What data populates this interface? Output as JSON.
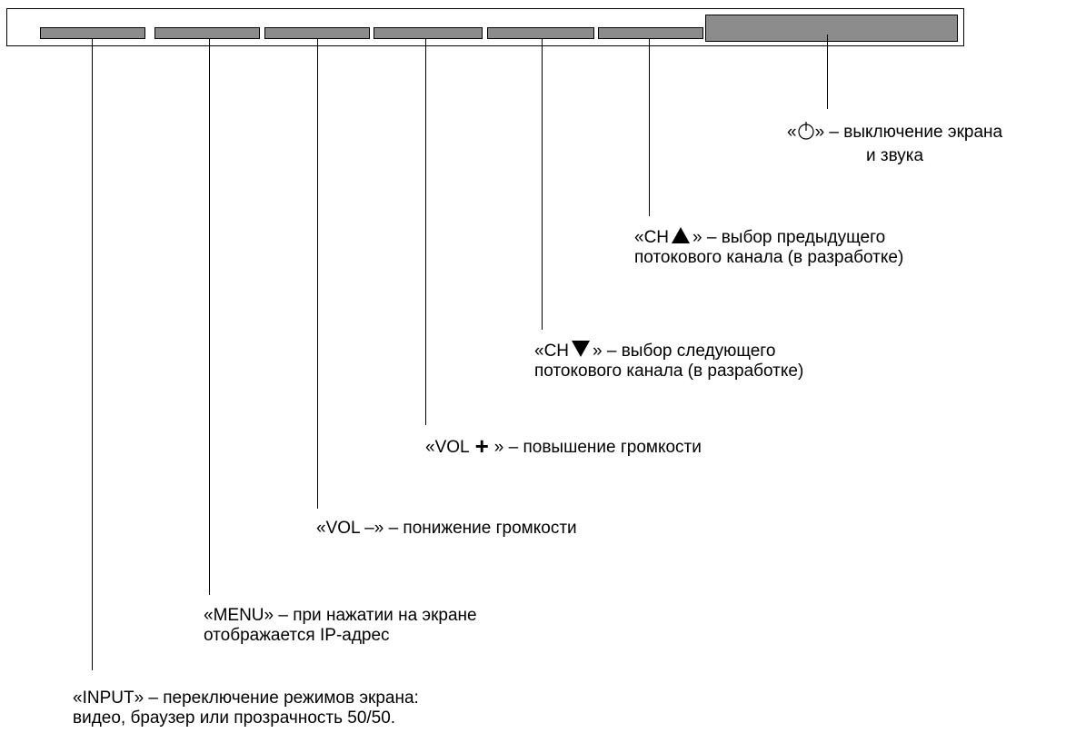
{
  "labels": {
    "power": {
      "line1_after_icon": "» – выключение экрана",
      "line2": "и звука",
      "prefix": "«",
      "icon": "power-icon"
    },
    "ch_up": {
      "prefix": "«CH",
      "suffix": "» – выбор предыдущего",
      "line2": "потокового канала (в разработке)",
      "icon": "triangle-up-icon"
    },
    "ch_down": {
      "prefix": "«CH",
      "suffix": "» – выбор следующего",
      "line2": "потокового канала (в разработке)",
      "icon": "triangle-down-icon"
    },
    "vol_up": {
      "prefix": "«VOL",
      "plus": "+",
      "suffix": "» – повышение громкости"
    },
    "vol_down": {
      "line1": "«VOL –» – понижение громкости"
    },
    "menu": {
      "line1": "«MENU» – при нажатии на экране",
      "line2": "отображается IP-адрес"
    },
    "input": {
      "line1": "«INPUT» – переключение режимов экрана:",
      "line2": "видео, браузер или прозрачность 50/50."
    }
  },
  "colors": {
    "button_fill": "#8c8c8c",
    "outline": "#000000",
    "background": "#ffffff"
  }
}
